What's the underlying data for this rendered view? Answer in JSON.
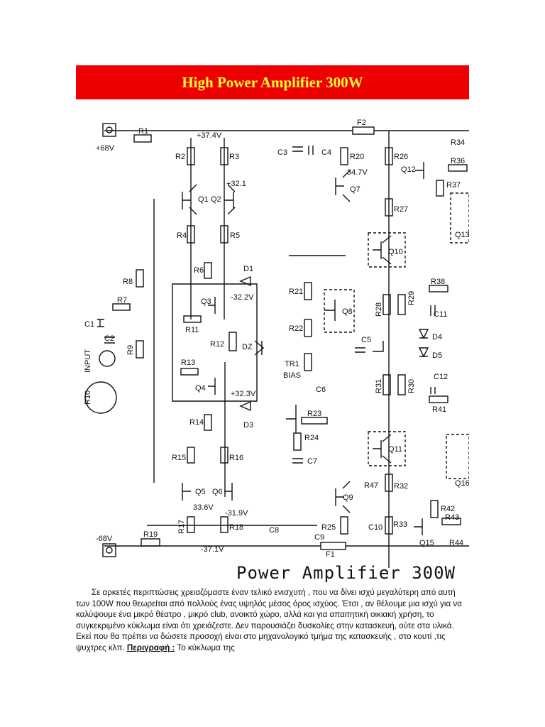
{
  "title": "High Power Amplifier 300W",
  "caption": "Power Amplifier 300W",
  "labels": {
    "plus68": "+68V",
    "minus68": "-68V",
    "input": "INPUT",
    "bias": "BIAS",
    "v374": "+37.4V",
    "v347": "34.7V",
    "v321": "+32.1",
    "vm322": "-32.2V",
    "v323": "+32.3V",
    "v336": "33.6V",
    "vm319": "-31.9V",
    "vm371": "-37.1V",
    "R1": "R1",
    "R2": "R2",
    "R3": "R3",
    "R4": "R4",
    "R5": "R5",
    "R6": "R6",
    "R7": "R7",
    "R8": "R8",
    "R9": "R9",
    "R10": "R10",
    "R11": "R11",
    "R12": "R12",
    "R13": "R13",
    "R14": "R14",
    "R15": "R15",
    "R16": "R16",
    "R17": "R17",
    "R18": "R18",
    "R19": "R19",
    "R20": "R20",
    "R21": "R21",
    "R22": "R22",
    "R23": "R23",
    "R24": "R24",
    "R25": "R25",
    "R26": "R26",
    "R27": "R27",
    "R28": "R28",
    "R29": "R29",
    "R30": "R30",
    "R31": "R31",
    "R32": "R32",
    "R33": "R33",
    "R34": "R34",
    "R36": "R36",
    "R37": "R37",
    "R38": "R38",
    "R41": "R41",
    "R42": "R42",
    "R43": "R43",
    "R44": "R44",
    "R47": "R47",
    "C1": "C1",
    "C2": "C2",
    "C3": "C3",
    "C4": "C4",
    "C5": "C5",
    "C6": "C6",
    "C7": "C7",
    "C8": "C8",
    "C9": "C9",
    "C10": "C10",
    "C11": "C11",
    "C12": "C12",
    "Q1": "Q1",
    "Q2": "Q2",
    "Q3": "Q3",
    "Q4": "Q4",
    "Q5": "Q5",
    "Q6": "Q6",
    "Q7": "Q7",
    "Q8": "Q8",
    "Q9": "Q9",
    "Q10": "Q10",
    "Q11": "Q11",
    "Q12": "Q12",
    "Q13": "Q13",
    "Q15": "Q15",
    "Q16": "Q16",
    "D1": "D1",
    "D3": "D3",
    "D4": "D4",
    "D5": "D5",
    "DZ": "DZ",
    "F1": "F1",
    "F2": "F2",
    "TR1": "TR1"
  },
  "body_text": {
    "p1": "Σε αρκετές περιπτώσεις χρειαζόμαστε έναν τελικό ενισχυτή , που να δίνει ισχύ μεγαλύτερη από αυτή των 100W που θεωρείται από πολλούς ένας υψηλός μέσος όρος ισχύος. Έτσι , αν θέλουμε μια ισχύ για να καλύψουμε ένα μικρό θέατρο , μικρό club, ανοικτό χώρο, αλλά και για απαιτητική οικιακή χρήση, το συγκεκριμένο κύκλωμα είναι ότι χρειάζεστε. Δεν παρουσιάζει δυσκολίες στην κατασκευή, ούτε στα υλικά. Εκεί που θα πρέπει να δώσετε προσοχή είναι στο μηχανολογικό τμήμα της κατασκευής , στο κουτί ,τις ψυχτρες κλπ.",
    "bold": "Περιγραφή :",
    "tail": " Το κύκλωμα της"
  }
}
